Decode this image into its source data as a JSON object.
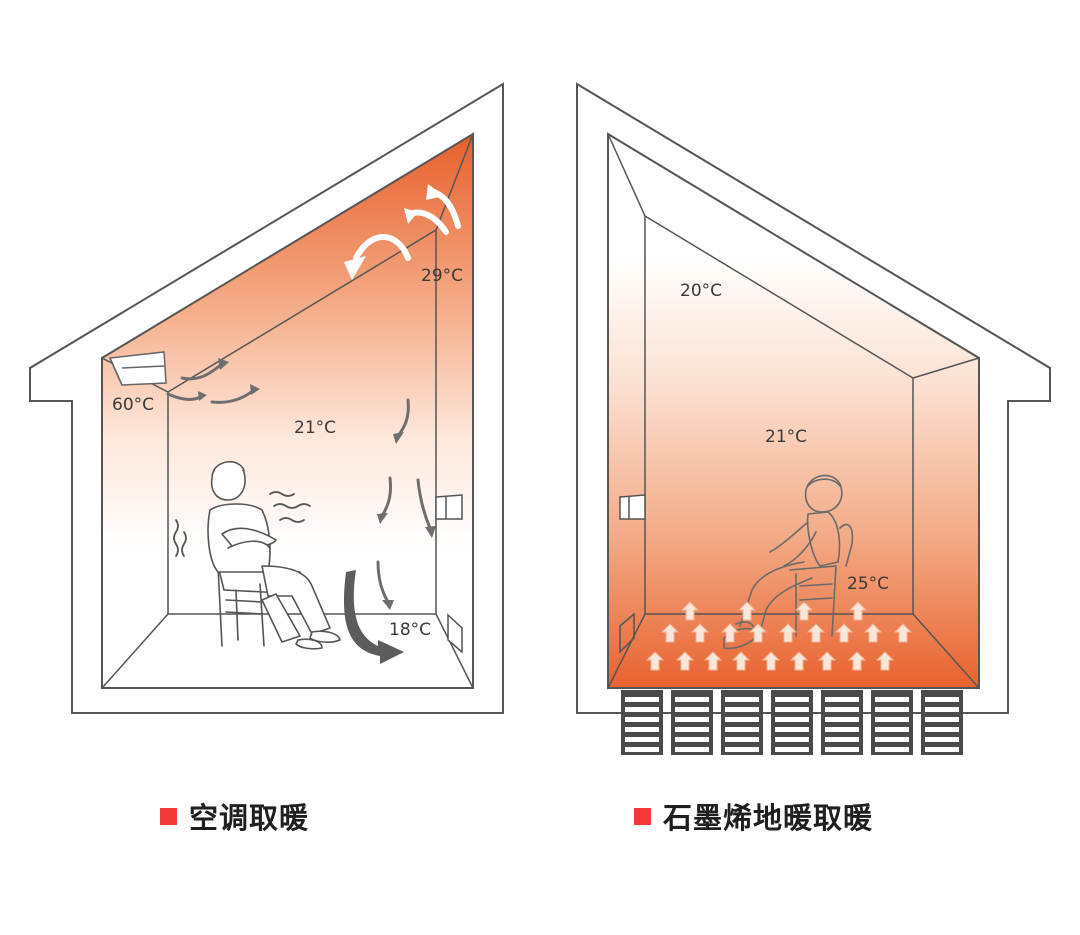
{
  "left_panel": {
    "caption": "空调取暖",
    "temps": {
      "ac_outlet": "60°C",
      "ceiling": "29°C",
      "middle": "21°C",
      "floor": "18°C"
    }
  },
  "right_panel": {
    "caption": "石墨烯地暖取暖",
    "temps": {
      "ceiling": "20°C",
      "middle": "21°C",
      "floor": "25°C"
    }
  },
  "colors": {
    "accent": "#f23a3a",
    "warm_hot": "#e8622e",
    "warm_soft": "#fbe3d5",
    "line": "#555555",
    "radiator": "#4a4a4a"
  },
  "icons": [
    "air-conditioner-icon",
    "airflow-arrow-icon",
    "person-icon",
    "chair-icon",
    "heat-wave-icon",
    "heat-rise-arrow-icon",
    "floor-heating-panel-icon",
    "wall-outlet-icon"
  ]
}
